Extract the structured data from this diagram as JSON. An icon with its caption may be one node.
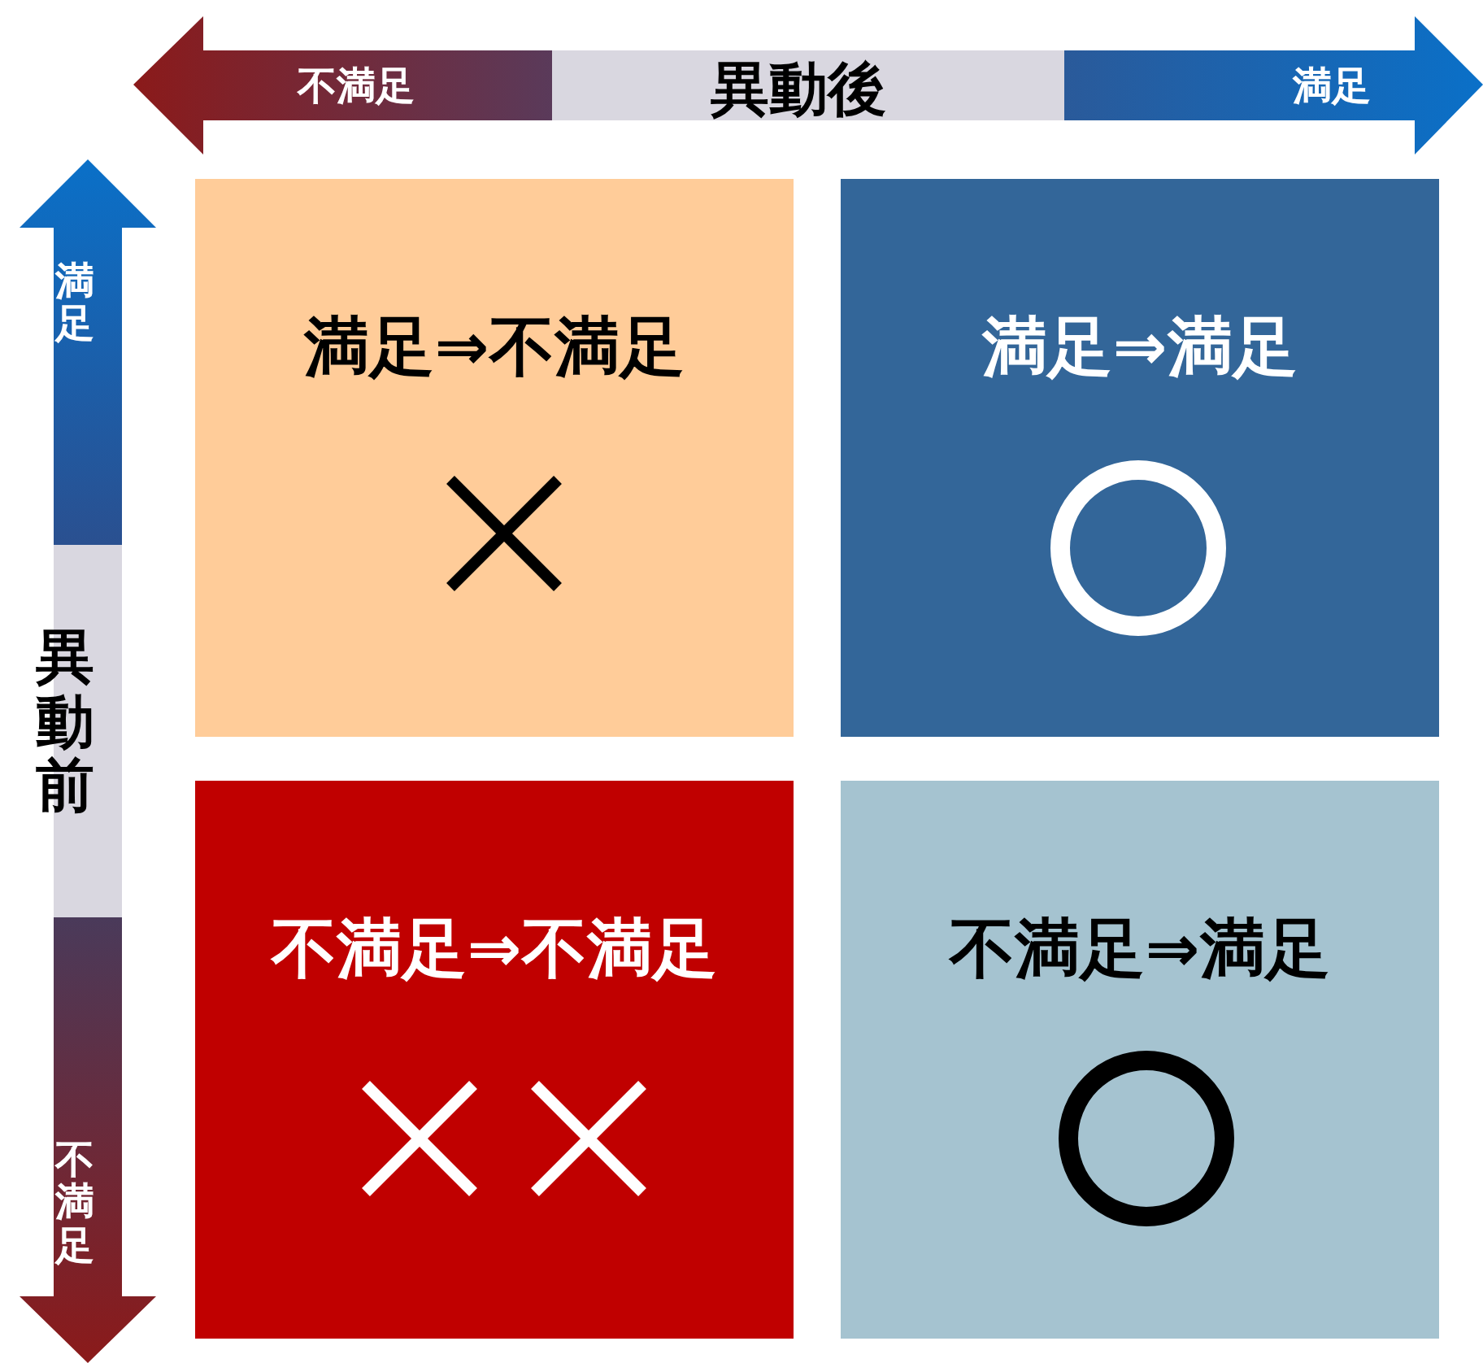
{
  "diagram": {
    "nodes": [
      {
        "text": [
          "満足⇒不満足"
        ]
      },
      {
        "text": [
          "満足⇒満足"
        ]
      },
      {
        "text": [
          "不満足⇒不満足"
        ]
      },
      {
        "text": [
          "不満足⇒満足"
        ]
      }
    ],
    "labels": [
      "不満足",
      "異動後",
      "満足",
      "満足",
      "異動前",
      "不満足"
    ]
  }
}
